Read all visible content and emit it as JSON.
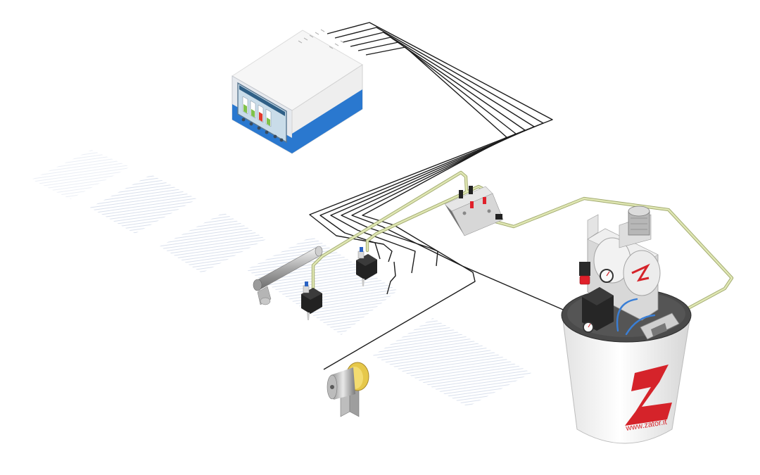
{
  "diagram": {
    "tank": {
      "brand_url": "www.zator.it"
    },
    "colors": {
      "cable": "#1c1c1c",
      "hose": "#dfe6b3",
      "hose_edge": "#9ea76b",
      "controller_blue": "#2a78cf",
      "tank_lid": "#4a4a4a",
      "brand_red": "#d5232a",
      "valve_red": "#e0202a",
      "fitting_blue": "#2a63c4",
      "sheet_line": "#c9d3e6"
    },
    "icons": [
      "controller-unit",
      "glue-tank",
      "diaphragm-pump",
      "pressure-gauge",
      "pressure-regulator",
      "distributor-manifold",
      "spray-gun",
      "encoder-wheel",
      "photocell-bar",
      "paper-sheet"
    ]
  }
}
